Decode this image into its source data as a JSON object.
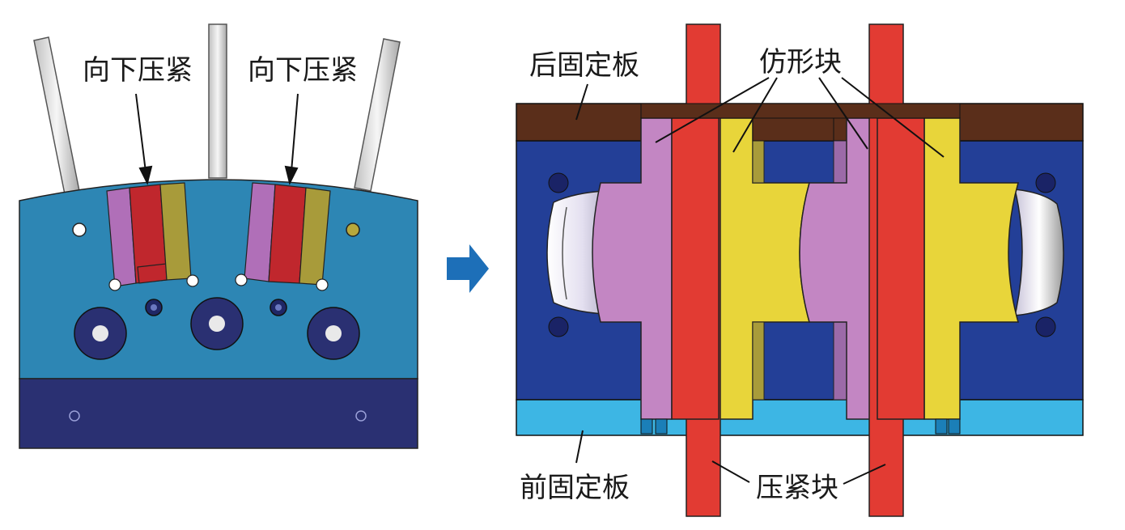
{
  "left_figure": {
    "labels": [
      "向下压紧",
      "向下压紧"
    ]
  },
  "right_figure": {
    "labels": {
      "rear_plate": "后固定板",
      "profile_block": "仿形块",
      "front_plate": "前固定板",
      "clamp_block": "压紧块"
    }
  },
  "colors": {
    "die_blue": "#2d86b4",
    "die_navy": "#2a3072",
    "plate_blue": "#233f97",
    "plate_brown": "#5a2e1a",
    "front_cyan": "#3db6e4",
    "clamp_red": "#e23b33",
    "profile_purple": "#c386c3",
    "profile_yellow": "#e8d53a",
    "arrow_blue": "#1d6fb8"
  }
}
